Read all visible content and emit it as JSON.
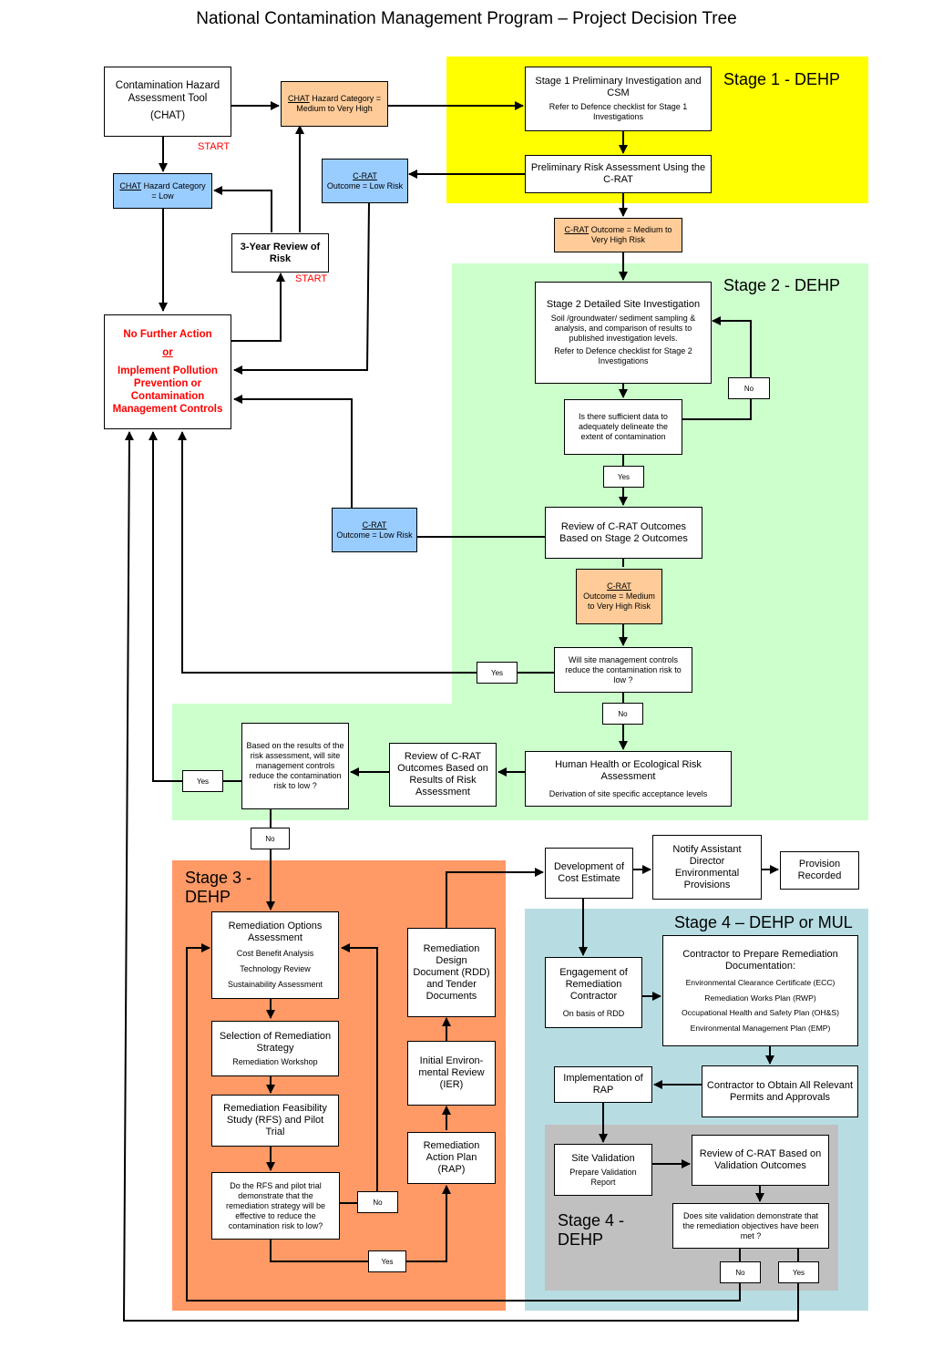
{
  "title": "National Contamination Management Program – Project Decision Tree",
  "colors": {
    "stage1": "#ffff00",
    "stage2": "#ccffcc",
    "stage3": "#ff9966",
    "stage4": "#b7dde3",
    "stage4_inner": "#c0c0c0",
    "low_risk": "#99ccff",
    "high_risk": "#ffcc99",
    "start": "#ff0000"
  },
  "stages": {
    "stage1": "Stage 1 - DEHP",
    "stage2": "Stage 2 - DEHP",
    "stage3": "Stage 3 - DEHP",
    "stage4": "Stage 4 – DEHP or MUL",
    "stage4_inner": "Stage 4 - DEHP"
  },
  "start_label": "START",
  "nodes": {
    "chat_tool": {
      "line1": "Contamination Hazard Assessment Tool",
      "line2": "(CHAT)"
    },
    "chat_high": {
      "link": "CHAT",
      "text": " Hazard Category = Medium to Very High"
    },
    "chat_low": {
      "link": "CHAT",
      "text": " Hazard Category = Low"
    },
    "crat_low_1": {
      "link": "C-RAT",
      "text": "Outcome = Low Risk"
    },
    "three_year": "3-Year Review of Risk",
    "no_further": {
      "line1": "No Further Action",
      "or": "or",
      "line2": "Implement Pollution Prevention or Contamination Management Controls"
    },
    "stage1_pi": {
      "title": "Stage 1 Preliminary Investigation and CSM",
      "sub": "Refer to Defence checklist for Stage 1 Investigations"
    },
    "pra": "Preliminary Risk Assessment Using the C-RAT",
    "crat_high_1": {
      "link": "C-RAT",
      "text": " Outcome = Medium to Very High Risk"
    },
    "stage2_dsi": {
      "title": "Stage 2 Detailed Site Investigation",
      "sub1": "Soil /groundwater/ sediment sampling & analysis, and comparison of results to published investigation levels.",
      "sub2": "Refer to Defence checklist for Stage 2 Investigations"
    },
    "sufficient_data": "Is there sufficient data to adequately delineate the extent of contamination",
    "review_crat_s2": "Review of C-RAT Outcomes Based on Stage 2 Outcomes",
    "crat_low_2": {
      "link": "C-RAT",
      "text": "Outcome = Low Risk"
    },
    "crat_high_2": {
      "link": "C-RAT",
      "text": "Outcome = Medium to Very High Risk"
    },
    "site_mgmt_controls": "Will site management controls reduce the contamination risk to low ?",
    "hhera": {
      "title": "Human Health or Ecological Risk Assessment",
      "sub": "Derivation of site specific acceptance levels"
    },
    "review_crat_ra": "Review of C-RAT Outcomes Based on Results of Risk Assessment",
    "based_on_results": "Based on the results of the risk assessment, will site management controls reduce the contamination risk to low ?",
    "roa": {
      "title": "Remediation Options Assessment",
      "items": [
        "Cost Benefit Analysis",
        "Technology Review",
        "Sustainability Assessment"
      ]
    },
    "selection": {
      "title": "Selection of Remediation Strategy",
      "sub": "Remediation Workshop"
    },
    "rfs": "Remediation Feasibility Study (RFS) and Pilot Trial",
    "rfs_question": "Do the RFS and pilot trial demonstrate that the remediation strategy will be effective to reduce the contamination risk to low?",
    "rap": "Remediation Action Plan (RAP)",
    "ier": "Initial Environ-mental Review (IER)",
    "rdd": "Remediation Design Document (RDD) and Tender Documents",
    "cost_estimate": "Development of Cost Estimate",
    "notify_ad": "Notify Assistant Director Environmental Provisions",
    "provision_recorded": "Provision Recorded",
    "engagement": {
      "title": "Engagement of Remediation Contractor",
      "sub": "On basis of RDD"
    },
    "contractor_docs": {
      "title": "Contractor to Prepare Remediation Documentation:",
      "items": [
        "Environmental Clearance Certificate (ECC)",
        "Remediation Works Plan (RWP)",
        "Occupational Health and Safety Plan (OH&S)",
        "Environmental Management Plan (EMP)"
      ]
    },
    "permits": "Contractor to Obtain All Relevant Permits and Approvals",
    "implementation": "Implementation of RAP",
    "site_validation": {
      "title": "Site Validation",
      "sub": "Prepare Validation Report"
    },
    "review_crat_val": "Review of C-RAT Based on Validation Outcomes",
    "validation_question": "Does site validation demonstrate that the remediation objectives have been met ?"
  },
  "decisions": {
    "yes": "Yes",
    "no": "No"
  }
}
